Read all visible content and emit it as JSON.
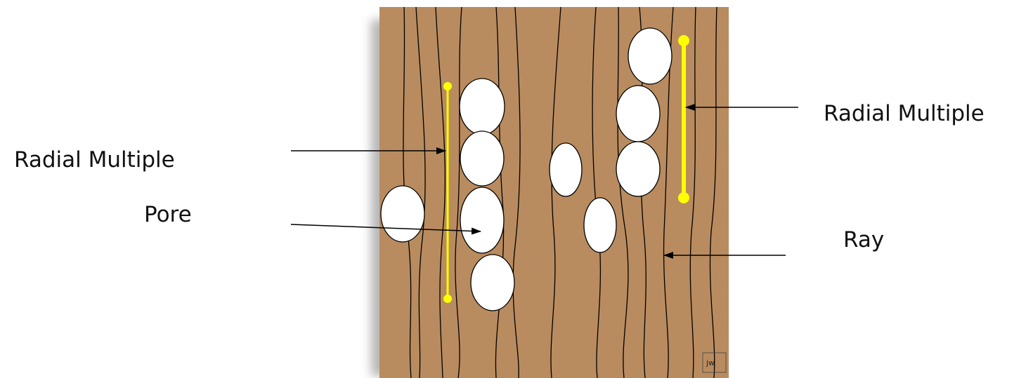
{
  "labels": {
    "radial_multiple_left": "Radial Multiple",
    "pore": "Pore",
    "radial_multiple_right": "Radial Multiple",
    "ray": "Ray",
    "initials": "jw"
  },
  "colors": {
    "wood": "#b98b5e",
    "wood_speckle": "#8a5a33",
    "pore_fill": "#ffffff",
    "marker": "#ffff00",
    "line": "#000000"
  }
}
